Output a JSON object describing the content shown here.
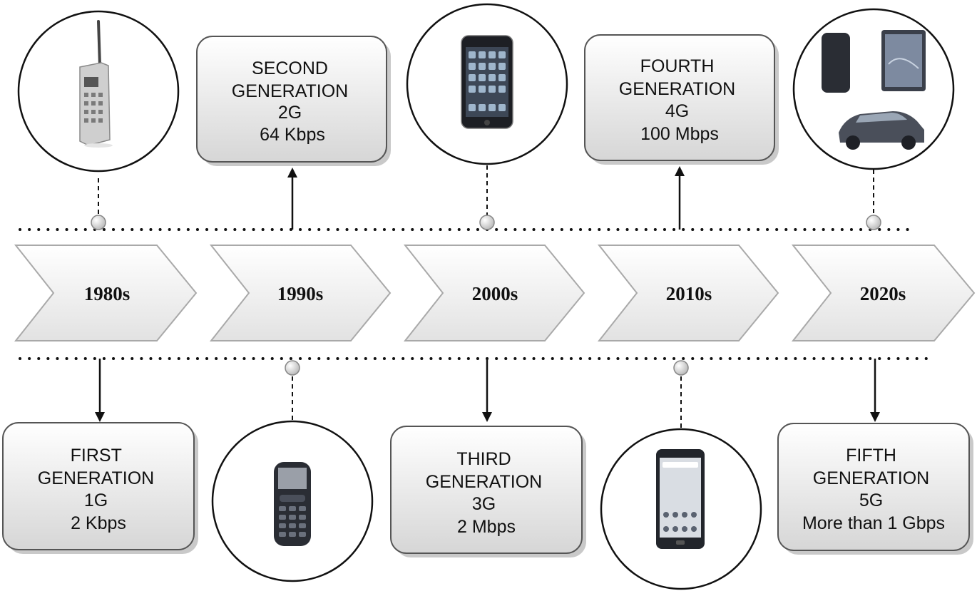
{
  "timeline": {
    "decades": [
      "1980s",
      "1990s",
      "2000s",
      "2010s",
      "2020s"
    ],
    "generations": [
      {
        "lines": [
          "FIRST",
          "GENERATION",
          "1G",
          "2 Kbps"
        ]
      },
      {
        "lines": [
          "SECOND",
          "GENERATION",
          "2G",
          "64 Kbps"
        ]
      },
      {
        "lines": [
          "THIRD",
          "GENERATION",
          "3G",
          "2 Mbps"
        ]
      },
      {
        "lines": [
          "FOURTH",
          "GENERATION",
          "4G",
          "100 Mbps"
        ]
      },
      {
        "lines": [
          "FIFTH",
          "GENERATION",
          "5G",
          "More than 1 Gbps"
        ]
      }
    ],
    "device_icons": [
      "brick-phone-icon",
      "smartphone-icon",
      "smart-devices-icon",
      "feature-phone-icon",
      "android-phone-icon"
    ]
  },
  "colors": {
    "line": "#111111",
    "box_fill_light": "#ffffff",
    "box_fill_dark": "#d8d8d8",
    "chevron_fill": "#f2f2f2",
    "chevron_stroke": "#b5b5b5",
    "node_fill": "#e6e6e6",
    "device_dark": "#2a2d34",
    "device_light": "#cfcfcf"
  }
}
